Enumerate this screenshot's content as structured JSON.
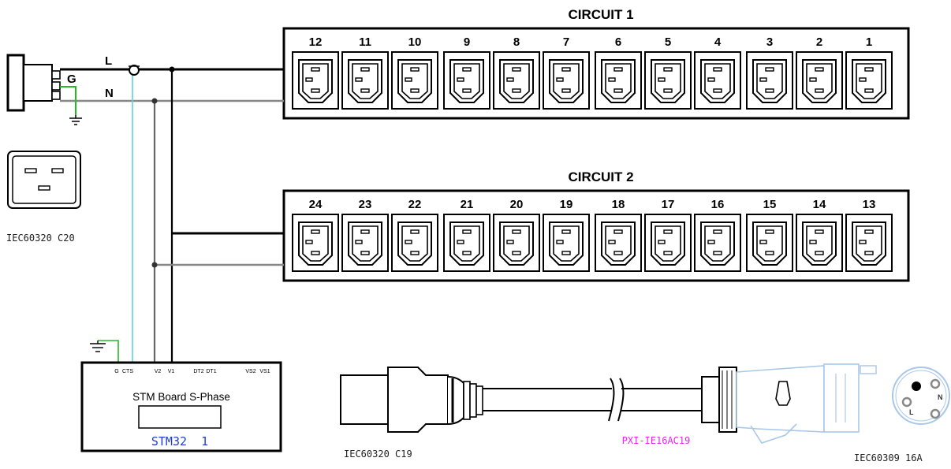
{
  "circuit1": {
    "title": "CIRCUIT 1",
    "outlets": [
      "12",
      "11",
      "10",
      "9",
      "8",
      "7",
      "6",
      "5",
      "4",
      "3",
      "2",
      "1"
    ]
  },
  "circuit2": {
    "title": "CIRCUIT 2",
    "outlets": [
      "24",
      "23",
      "22",
      "21",
      "20",
      "19",
      "18",
      "17",
      "16",
      "15",
      "14",
      "13"
    ]
  },
  "inlet": {
    "line_label": "L",
    "neutral_label": "N",
    "ground_label": "G",
    "caption": "IEC60320 C20"
  },
  "board": {
    "pins": [
      "G",
      "CTS",
      "V2",
      "V1",
      "DT2",
      "DT1",
      "VS2",
      "VS1"
    ],
    "title": "STM Board S-Phase",
    "id": "STM32  1"
  },
  "cable": {
    "left_caption": "IEC60320 C19",
    "part_number": "PXI-IE16AC19",
    "right_caption": "IEC60309 16A",
    "plug_pins": [
      "N",
      "L"
    ]
  },
  "colors": {
    "ct_wire": "#5fd0e8",
    "ground_wire": "#22bb22",
    "neutral_wire": "#888888",
    "part_number": "#ee22ee",
    "board_id": "#1a3fd1",
    "plug_body": "#a9c8e8"
  },
  "icons": [
    "iec-c13-socket-icon",
    "iec-c20-inlet-icon",
    "ground-symbol-icon",
    "iec60309-plug-face-icon"
  ]
}
